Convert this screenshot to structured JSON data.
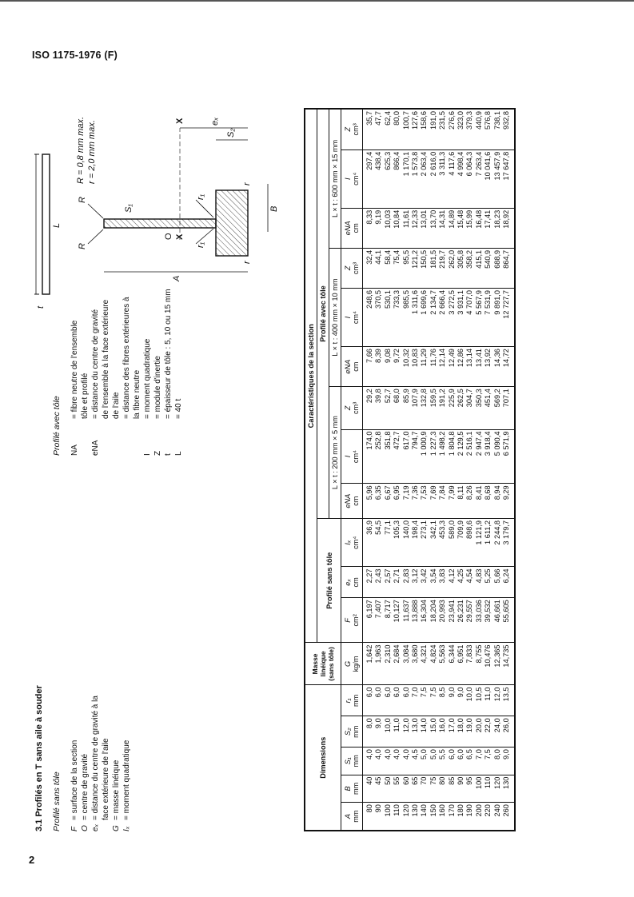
{
  "header": {
    "doc_ref": "ISO 1175-1976 (F)",
    "page_number": "2"
  },
  "section": {
    "title": "3.1  Profilés en T sans aile à souder",
    "left": {
      "subtitle": "Profilé sans tôle",
      "definitions": [
        {
          "sym": "F",
          "text": "surface de la section"
        },
        {
          "sym": "O",
          "text": "centre de gravité"
        },
        {
          "sym": "eₓ",
          "text": "distance du centre de gravité à la"
        },
        {
          "sym": "",
          "text": "face extérieure de l'aile"
        },
        {
          "sym": "G",
          "text": "masse linéique"
        },
        {
          "sym": "Iₓ",
          "text": "moment quadratique"
        }
      ]
    },
    "right": {
      "subtitle": "Profilé avec tôle",
      "definitions": [
        {
          "sym": "NA",
          "text": "= fibre neutre de l'ensemble"
        },
        {
          "sym": "",
          "text": "  tôle et profilé"
        },
        {
          "sym": "eNA",
          "text": "= distance du centre de gravité"
        },
        {
          "sym": "",
          "text": "  de l'ensemble à la face extérieure"
        },
        {
          "sym": "",
          "text": "  de l'aile"
        },
        {
          "sym": "",
          "text": "= distance des fibres extérieures à"
        },
        {
          "sym": "",
          "text": "  la fibre neutre"
        },
        {
          "sym": "I",
          "text": "= moment quadratique"
        },
        {
          "sym": "Z",
          "text": "= module d'inertie"
        },
        {
          "sym": "t",
          "text": "= épaisseur de tôle : 5, 10 ou 15 mm"
        },
        {
          "sym": "L",
          "text": "= 40 t"
        }
      ],
      "formula": {
        "num": "I",
        "den": "eNA"
      }
    }
  },
  "drawing": {
    "labels": {
      "R": "R",
      "r": "r",
      "r1": "r₁",
      "S1": "S₁",
      "S2": "S₂",
      "O": "O",
      "X": "X",
      "A": "A",
      "B": "B",
      "L": "L",
      "t": "t",
      "ex": "eₓ"
    },
    "notes": [
      "R = 0,8 mm max.",
      "r = 2,0 mm max."
    ]
  },
  "table": {
    "group_headers": {
      "dimensions": "Dimensions",
      "masse": "Masse linéique (sans tôle)",
      "caracteristiques": "Caractéristiques de la section",
      "sans_tole": "Profilé sans tôle",
      "avec_tole": "Profilé avec tôle",
      "lt200": "L × t : 200 mm × 5 mm",
      "lt400": "L × t : 400 mm × 10 mm",
      "lt600": "L × t : 600 mm × 15 mm"
    },
    "columns": [
      {
        "sym": "A",
        "unit": "mm"
      },
      {
        "sym": "B",
        "unit": "mm"
      },
      {
        "sym": "S₁",
        "unit": "mm"
      },
      {
        "sym": "S₂",
        "unit": "mm"
      },
      {
        "sym": "r₁",
        "unit": "mm"
      },
      {
        "sym": "G",
        "unit": "kg/m"
      },
      {
        "sym": "F",
        "unit": "cm²"
      },
      {
        "sym": "eₓ",
        "unit": "cm"
      },
      {
        "sym": "Iₓ",
        "unit": "cm⁴"
      },
      {
        "sym": "eNA",
        "unit": "cm"
      },
      {
        "sym": "I",
        "unit": "cm⁴"
      },
      {
        "sym": "Z",
        "unit": "cm³"
      },
      {
        "sym": "eNA",
        "unit": "cm"
      },
      {
        "sym": "I",
        "unit": "cm⁴"
      },
      {
        "sym": "Z",
        "unit": "cm³"
      },
      {
        "sym": "eNA",
        "unit": "cm"
      },
      {
        "sym": "I",
        "unit": "cm⁴"
      },
      {
        "sym": "Z",
        "unit": "cm³"
      }
    ],
    "data": {
      "A": [
        "80",
        "90",
        "100",
        "110",
        "120",
        "130",
        "140",
        "150",
        "160",
        "170",
        "180",
        "190",
        "200",
        "220",
        "240",
        "260"
      ],
      "B": [
        "40",
        "45",
        "50",
        "55",
        "60",
        "65",
        "70",
        "75",
        "80",
        "85",
        "90",
        "95",
        "100",
        "110",
        "120",
        "130"
      ],
      "S1": [
        "4,0",
        "4,0",
        "4,0",
        "4,0",
        "4,0",
        "4,5",
        "5,0",
        "5,0",
        "5,5",
        "6,0",
        "6,0",
        "6,5",
        "7,0",
        "7,5",
        "8,0",
        "9,0"
      ],
      "S2": [
        "8,0",
        "9,0",
        "10,0",
        "11,0",
        "12,0",
        "13,0",
        "14,0",
        "15,0",
        "16,0",
        "17,0",
        "18,0",
        "19,0",
        "20,0",
        "22,0",
        "24,0",
        "26,0"
      ],
      "r1": [
        "6,0",
        "6,0",
        "6,0",
        "6,0",
        "6,0",
        "7,0",
        "7,5",
        "7,5",
        "8,5",
        "9,0",
        "9,0",
        "10,0",
        "10,5",
        "11,0",
        "12,0",
        "13,5"
      ],
      "G": [
        "1,642",
        "1,963",
        "2,310",
        "2,684",
        "3,084",
        "3,680",
        "4,321",
        "4,824",
        "5,563",
        "6,344",
        "6,951",
        "7,833",
        "8,755",
        "10,476",
        "12,365",
        "14,735"
      ],
      "F": [
        "6,197",
        "7,407",
        "8,717",
        "10,127",
        "11,637",
        "13,888",
        "16,304",
        "18,204",
        "20,993",
        "23,941",
        "26,231",
        "29,557",
        "33,036",
        "39,532",
        "46,661",
        "55,605"
      ],
      "ex": [
        "2,27",
        "2,43",
        "2,57",
        "2,71",
        "2,83",
        "3,12",
        "3,42",
        "3,54",
        "3,83",
        "4,12",
        "4,25",
        "4,54",
        "4,83",
        "5,25",
        "5,66",
        "6,24"
      ],
      "Ix": [
        "36,9",
        "54,5",
        "77,1",
        "105,3",
        "140,0",
        "198,4",
        "273,1",
        "342,1",
        "453,3",
        "589,0",
        "709,9",
        "898,6",
        "1 121,9",
        "1 611,2",
        "2 244,8",
        "3 179,7"
      ],
      "eNA200": [
        "5,96",
        "6,35",
        "6,67",
        "6,95",
        "7,19",
        "7,36",
        "7,53",
        "7,69",
        "7,84",
        "7,99",
        "8,11",
        "8,26",
        "8,41",
        "8,68",
        "8,94",
        "9,29"
      ],
      "I200": [
        "174,0",
        "252,8",
        "351,8",
        "472,7",
        "617,0",
        "794,7",
        "1 000,9",
        "1 227,3",
        "1 498,2",
        "1 804,8",
        "2 129,5",
        "2 516,1",
        "2 947,4",
        "3 918,4",
        "5 090,4",
        "6 571,9"
      ],
      "Z200": [
        "29,2",
        "39,8",
        "52,7",
        "68,0",
        "85,9",
        "107,9",
        "132,8",
        "159,5",
        "191,2",
        "225,9",
        "262,5",
        "304,7",
        "350,3",
        "451,4",
        "569,2",
        "707,1"
      ],
      "eNA400": [
        "7,66",
        "8,39",
        "9,08",
        "9,72",
        "10,32",
        "10,83",
        "11,29",
        "11,76",
        "12,14",
        "12,49",
        "12,86",
        "13,14",
        "13,41",
        "13,92",
        "14,36",
        "14,72"
      ],
      "I400": [
        "248,6",
        "370,5",
        "530,1",
        "733,3",
        "985,5",
        "1 311,6",
        "1 699,6",
        "2 134,7",
        "2 666,4",
        "3 272,5",
        "3 931,1",
        "4 707,0",
        "5 567,9",
        "7 531,9",
        "9 891,0",
        "12 727,7"
      ],
      "Z400": [
        "32,4",
        "44,1",
        "58,4",
        "75,4",
        "95,5",
        "121,2",
        "150,5",
        "181,5",
        "219,7",
        "262,0",
        "305,8",
        "358,2",
        "415,1",
        "540,9",
        "688,9",
        "864,7"
      ],
      "eNA600": [
        "8,33",
        "9,19",
        "10,03",
        "10,84",
        "11,61",
        "12,33",
        "13,01",
        "13,70",
        "14,31",
        "14,89",
        "15,48",
        "15,99",
        "16,48",
        "17,41",
        "18,23",
        "18,92"
      ],
      "I600": [
        "297,4",
        "438,4",
        "625,3",
        "866,4",
        "1 170,1",
        "1 573,8",
        "2 063,4",
        "2 616,0",
        "3 311,3",
        "4 117,6",
        "4 998,4",
        "6 064,3",
        "7 263,4",
        "10 041,6",
        "13 457,9",
        "17 647,8"
      ],
      "Z600": [
        "35,7",
        "47,7",
        "62,4",
        "80,0",
        "100,7",
        "127,6",
        "158,6",
        "191,0",
        "231,5",
        "276,6",
        "323,0",
        "379,3",
        "440,9",
        "576,8",
        "738,1",
        "932,8"
      ]
    }
  }
}
